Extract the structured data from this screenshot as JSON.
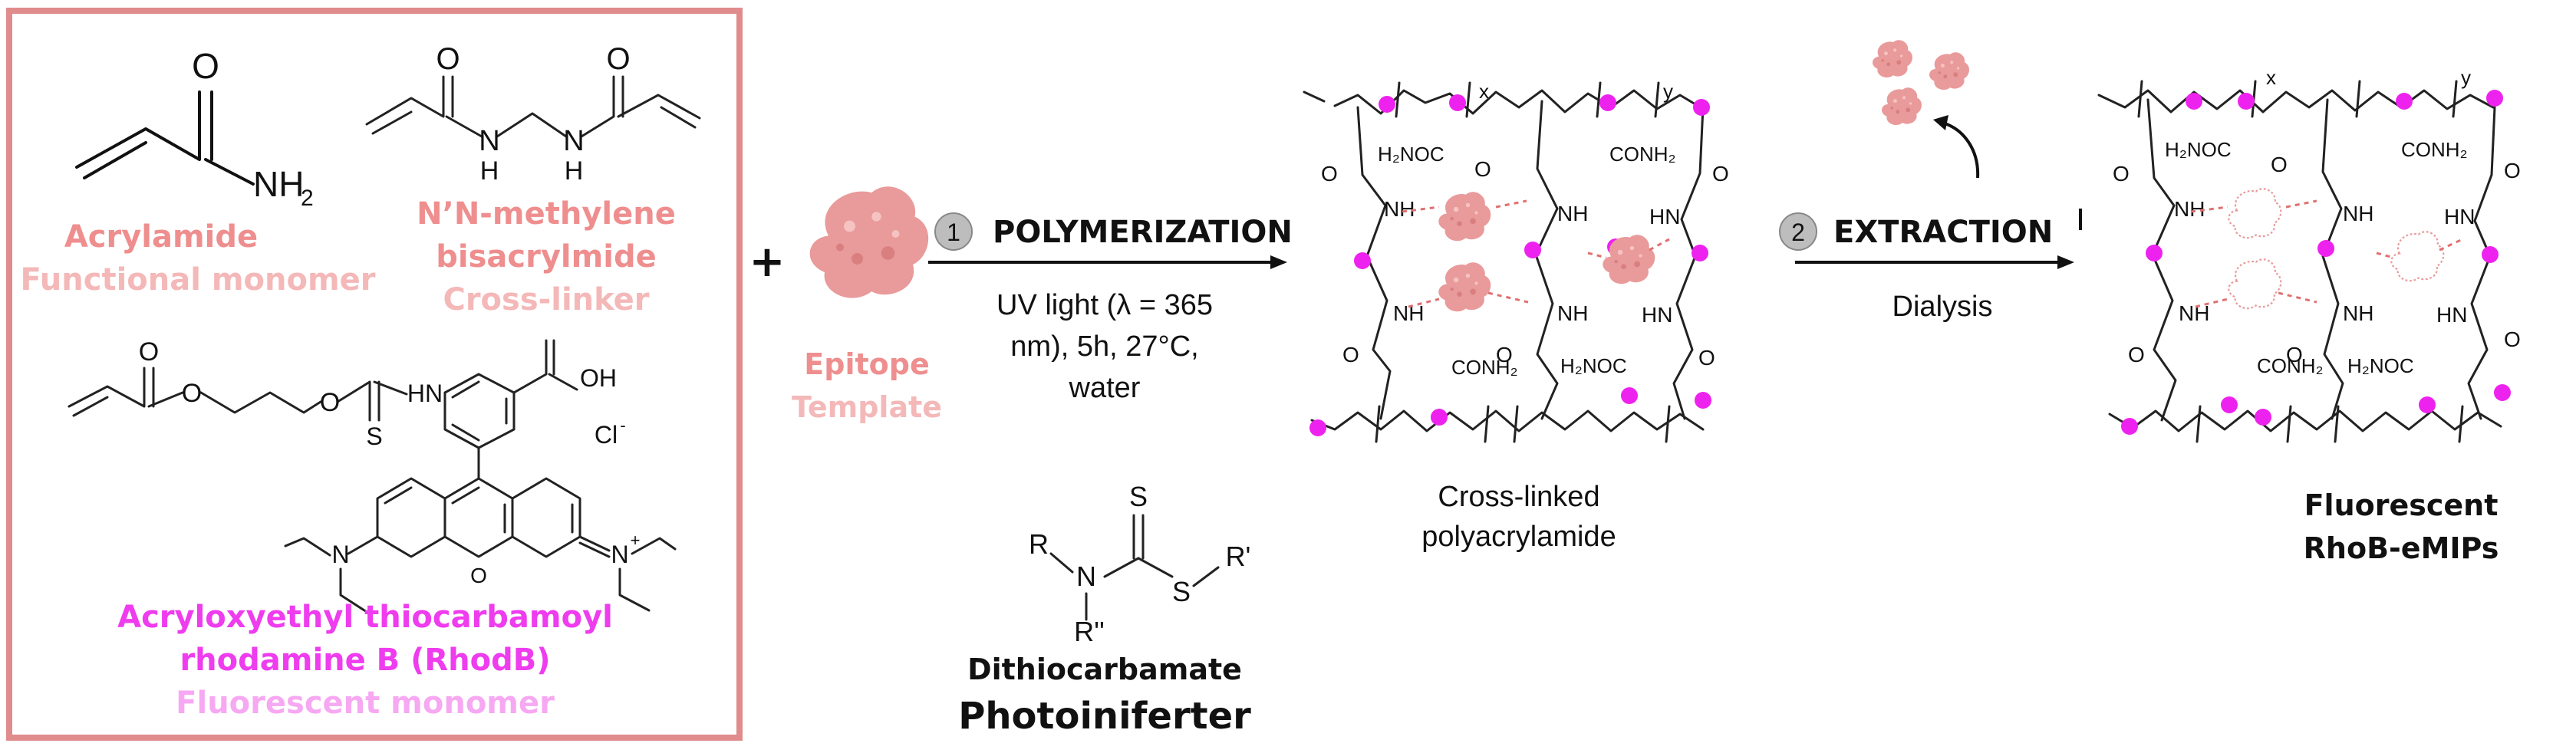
{
  "colors": {
    "panel_border": "#e08c8c",
    "salmon": "#ef8e8e",
    "salmon_light": "#f4b8b8",
    "magenta": "#ee3cee",
    "magenta_light": "#f7a8f2",
    "node": "#ee22ee",
    "gray_circle": "#bdbdbd",
    "protein": "#e99a9a"
  },
  "monomers": {
    "acrylamide": {
      "atom_O": "O",
      "atom_NH2": "NH",
      "atom_sub2": "2",
      "name": "Acrylamide",
      "role": "Functional monomer"
    },
    "crosslinker": {
      "atom_O1": "O",
      "atom_O2": "O",
      "atom_N1": "N",
      "atom_H1": "H",
      "atom_N2": "N",
      "atom_H2": "H",
      "name_line1": "N’N-methylene",
      "name_line2": "bisacrylmide",
      "role": "Cross-linker"
    },
    "rhodb": {
      "atom_O1": "O",
      "atom_O2": "O",
      "atom_O3": "O",
      "atom_HN": "HN",
      "atom_S": "S",
      "atom_OH": "OH",
      "atom_Cl": "Cl",
      "atom_Cl_charge": "-",
      "atom_N1": "N",
      "atom_N2": "N",
      "atom_plus": "+",
      "atom_Oring": "O",
      "name_line1": "Acryloxyethyl thiocarbamoyl",
      "name_line2": "rhodamine B (RhodB)",
      "role": "Fluorescent monomer"
    }
  },
  "plus_sign": "+",
  "epitope": {
    "line1": "Epitope",
    "line2": "Template"
  },
  "step1": {
    "number": "1",
    "label": "POLYMERIZATION",
    "cond_line1": "UV light (λ = 365",
    "cond_line2": "nm), 5h, 27°C,",
    "cond_line3": "water"
  },
  "iniferter": {
    "atom_S1": "S",
    "atom_S2": "S",
    "atom_N": "N",
    "atom_R": "R",
    "atom_R1": "R'",
    "atom_R2": "R''",
    "name": "Dithiocarbamate",
    "role": "Photoiniferter"
  },
  "network": {
    "x": "x",
    "y": "y",
    "h2noc": "H₂NOC",
    "conh2": "CONH₂",
    "o": "O",
    "nh": "NH",
    "hn": "HN"
  },
  "product1": {
    "line1": "Cross-linked",
    "line2": "polyacrylamide"
  },
  "step2": {
    "number": "2",
    "label": "EXTRACTION",
    "cond": "Dialysis"
  },
  "product2": {
    "line1": "Fluorescent",
    "line2": "RhoB-eMIPs"
  }
}
